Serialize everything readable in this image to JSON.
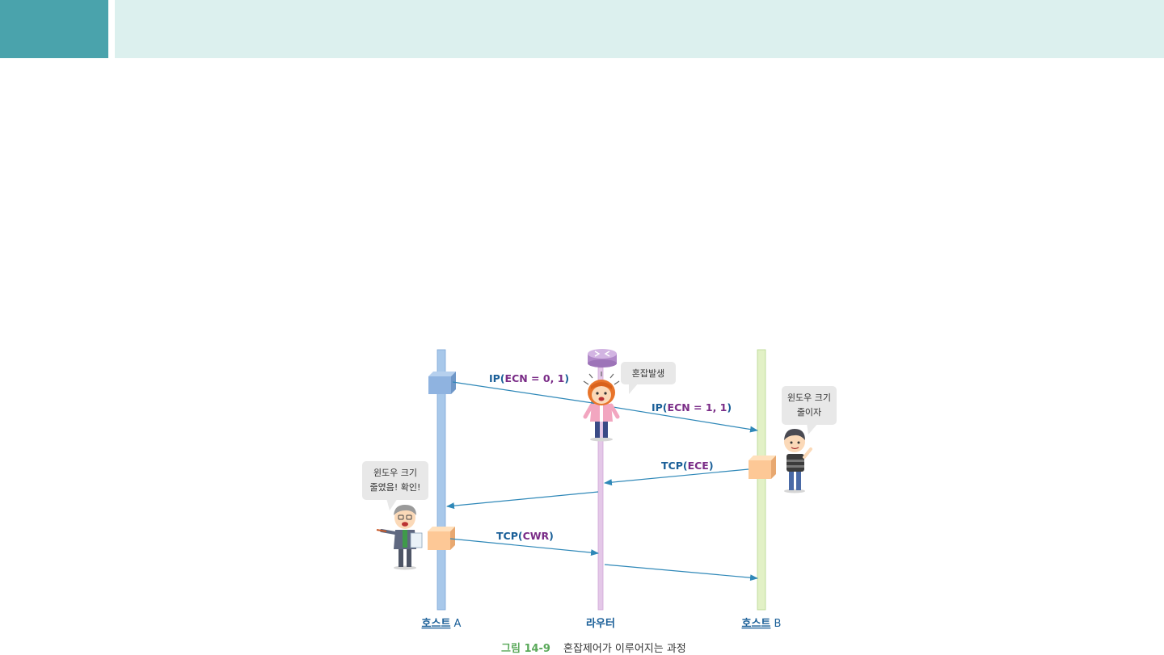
{
  "colors": {
    "header_accent": "#4aa3ac",
    "header_band": "#dcf0ee",
    "host_a_line": "#a8c8ea",
    "router_line": "#e4c8e8",
    "host_b_line": "#e2f1c6",
    "arrow": "#2f88b8",
    "label_blue": "#1a5f98",
    "label_purple": "#7a2c87",
    "caption_num": "#5aa95a"
  },
  "participants": {
    "host_a": {
      "label_prefix": "호스트",
      "label_suffix": " A"
    },
    "router": {
      "label": "라우터"
    },
    "host_b": {
      "label_prefix": "호스트",
      "label_suffix": " B"
    }
  },
  "messages": {
    "ip1": {
      "prefix": "IP(",
      "value": "ECN = 0, 1",
      "suffix": ")"
    },
    "ip2": {
      "prefix": "IP(",
      "value": "ECN = 1, 1",
      "suffix": ")"
    },
    "ece": {
      "prefix": "TCP(",
      "value": "ECE",
      "suffix": ")"
    },
    "cwr": {
      "prefix": "TCP(",
      "value": "CWR",
      "suffix": ")"
    }
  },
  "bubbles": {
    "router": {
      "line1": "혼잡발생"
    },
    "host_b": {
      "line1": "윈도우 크기",
      "line2": "줄이자"
    },
    "host_a": {
      "line1": "윈도우 크기",
      "line2": "줄였음! 확인!"
    }
  },
  "caption": {
    "number": "그림 14-9",
    "text": "혼잡제어가 이루어지는 과정"
  }
}
